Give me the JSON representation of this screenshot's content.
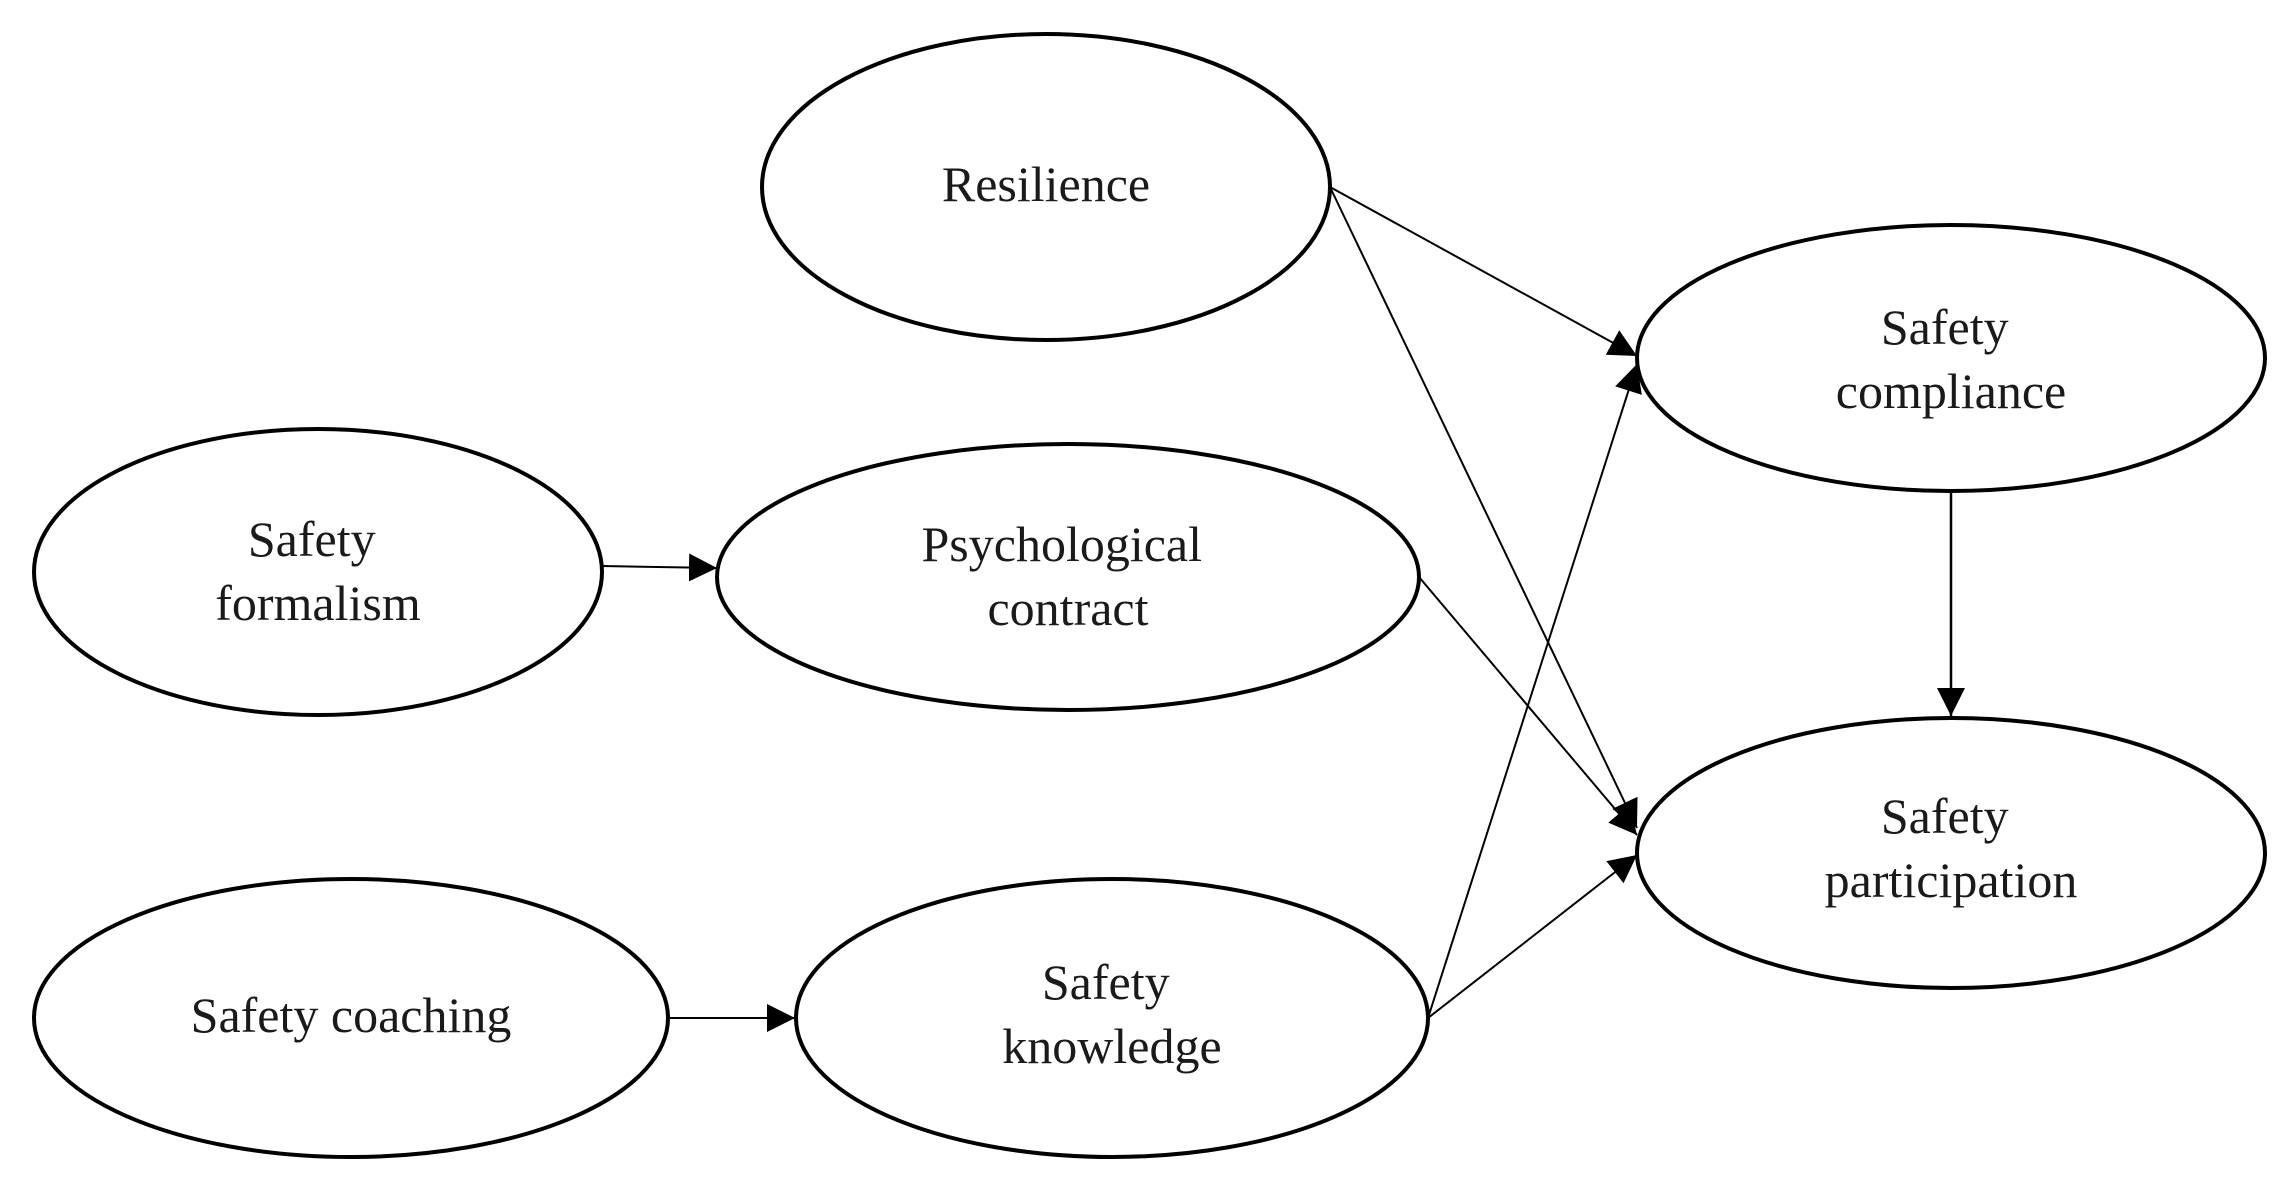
{
  "nodes": {
    "resilience": {
      "lines": [
        "Resilience"
      ]
    },
    "safety_formalism": {
      "lines": [
        "Safety",
        "formalism"
      ]
    },
    "psychological_contract": {
      "lines": [
        "Psychological",
        "contract"
      ]
    },
    "safety_coaching": {
      "lines": [
        "Safety coaching"
      ]
    },
    "safety_knowledge": {
      "lines": [
        "Safety",
        "knowledge"
      ]
    },
    "safety_compliance": {
      "lines": [
        "Safety",
        "compliance"
      ]
    },
    "safety_participation": {
      "lines": [
        "Safety",
        "participation"
      ]
    }
  },
  "edges": [
    {
      "from": "safety_formalism",
      "to": "psychological_contract"
    },
    {
      "from": "safety_coaching",
      "to": "safety_knowledge"
    },
    {
      "from": "resilience",
      "to": "safety_compliance"
    },
    {
      "from": "resilience",
      "to": "safety_participation"
    },
    {
      "from": "psychological_contract",
      "to": "safety_participation"
    },
    {
      "from": "safety_knowledge",
      "to": "safety_compliance"
    },
    {
      "from": "safety_knowledge",
      "to": "safety_participation"
    },
    {
      "from": "safety_compliance",
      "to": "safety_participation"
    }
  ]
}
